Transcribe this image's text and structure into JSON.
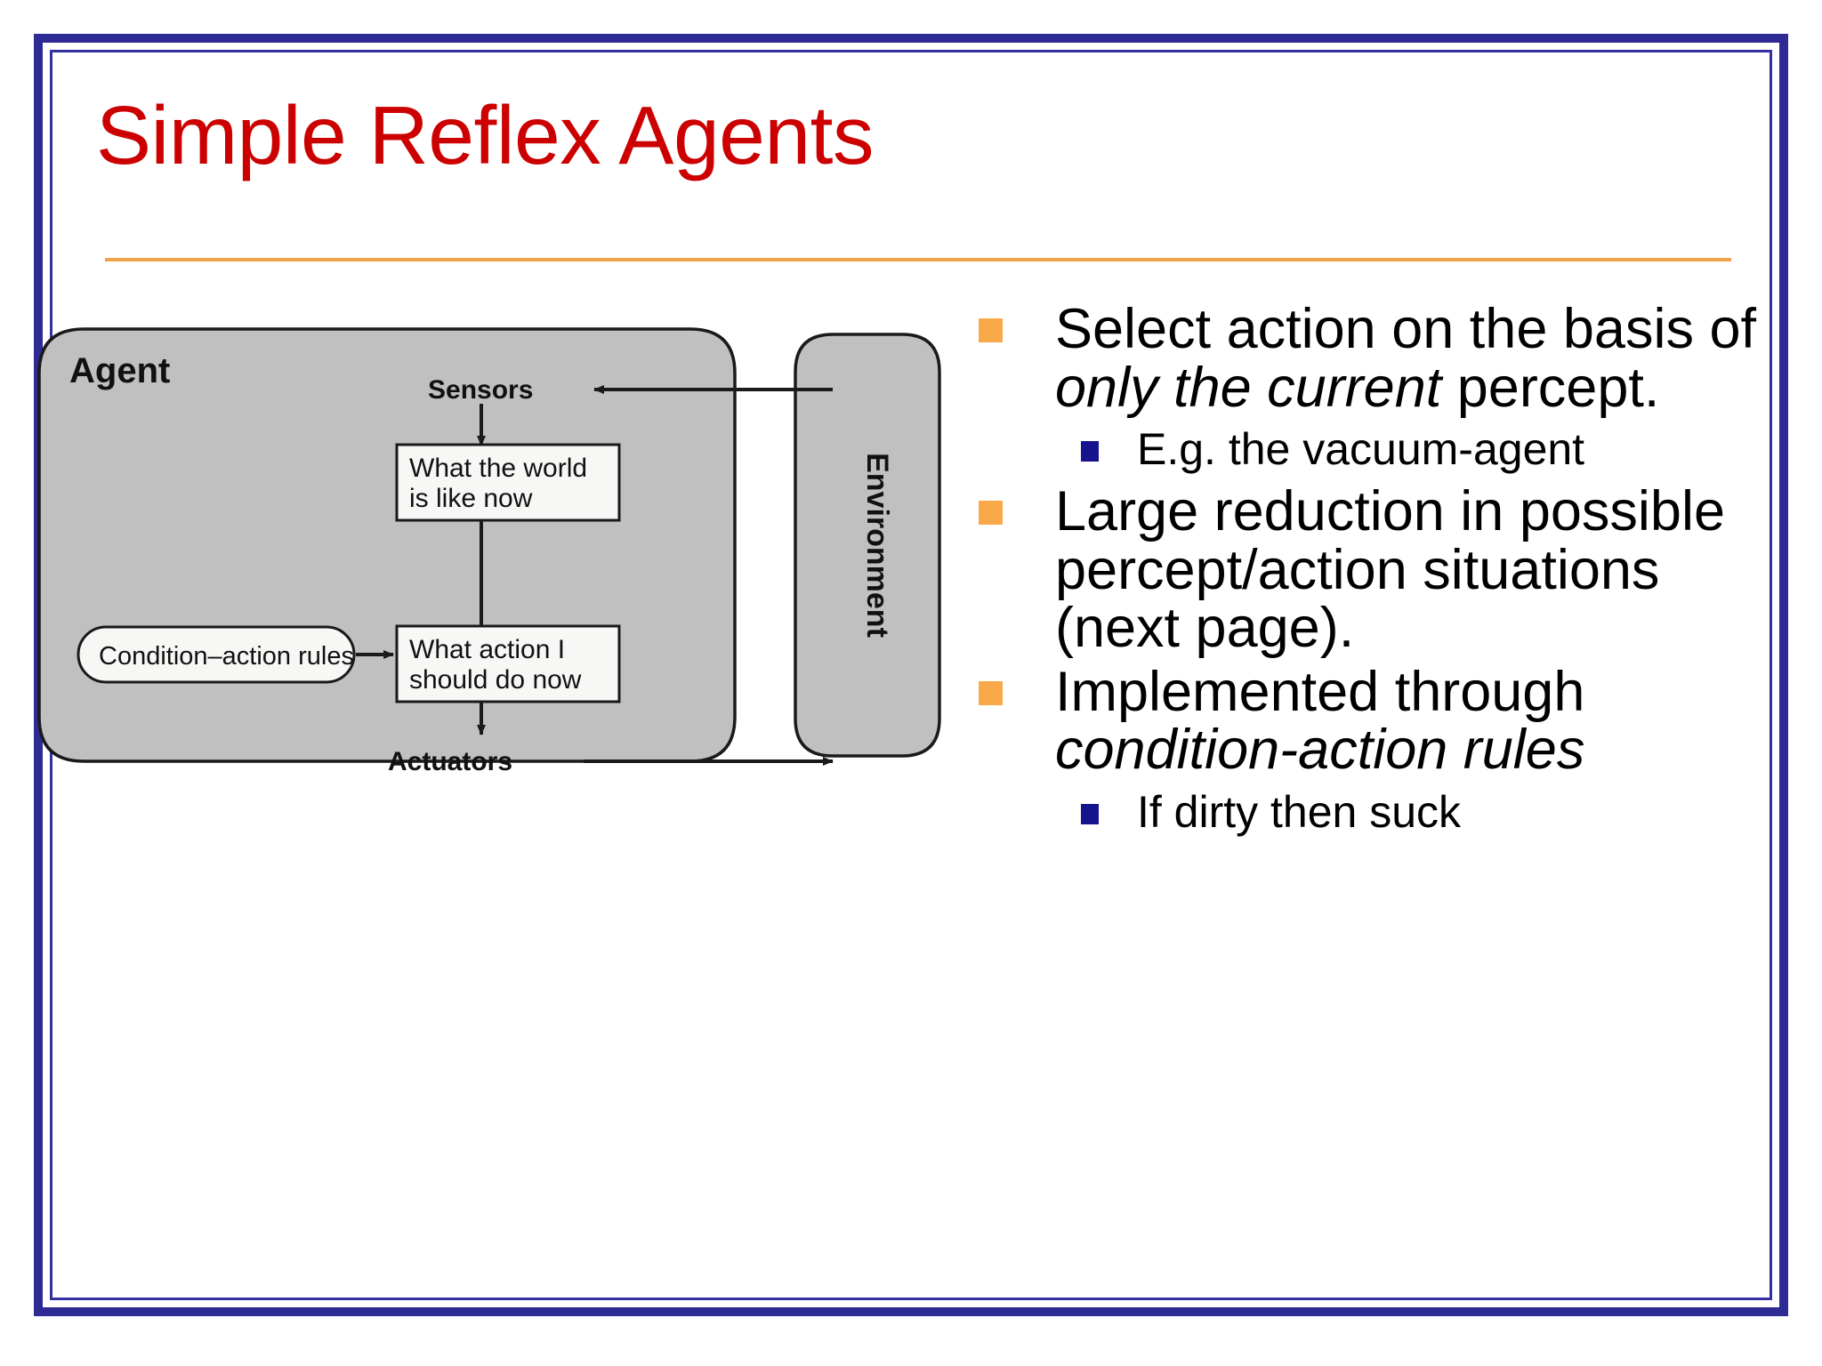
{
  "slide": {
    "title": "Simple Reflex Agents",
    "title_color": "#cc0000",
    "rule_color": "#f0a149",
    "frame_color": "#2e2c94",
    "bullet_level1_color": "#f9a94a",
    "bullet_level2_color": "#15148c"
  },
  "bullets": [
    {
      "level": 1,
      "parts": [
        {
          "text": "Select action on the basis of ",
          "italic": false
        },
        {
          "text": "only the current",
          "italic": true
        },
        {
          "text": " percept.",
          "italic": false
        }
      ],
      "plain": "Select action on the basis of only the current percept."
    },
    {
      "level": 2,
      "parts": [
        {
          "text": "E.g. the vacuum-agent",
          "italic": false
        }
      ],
      "plain": "E.g. the vacuum-agent"
    },
    {
      "level": 1,
      "parts": [
        {
          "text": "Large reduction in possible percept/action situations (next page).",
          "italic": false
        }
      ],
      "plain": "Large reduction in possible percept/action situations (next page)."
    },
    {
      "level": 1,
      "parts": [
        {
          "text": "Implemented through ",
          "italic": false
        },
        {
          "text": "condition-action rules",
          "italic": true
        }
      ],
      "plain": "Implemented through condition-action rules"
    },
    {
      "level": 2,
      "parts": [
        {
          "text": "If dirty then suck",
          "italic": false
        }
      ],
      "plain": "If dirty then suck"
    }
  ],
  "diagram": {
    "agent_label": "Agent",
    "sensors_label": "Sensors",
    "actuators_label": "Actuators",
    "environment_label": "Environment",
    "box_world_line1": "What the world",
    "box_world_line2": "is like now",
    "box_action_line1": "What action I",
    "box_action_line2": "should do now",
    "rules_label": "Condition–action rules",
    "fill_color": "#c0c0c0",
    "box_fill_color": "#f7f7f5",
    "stroke_color": "#1a1a1a"
  }
}
